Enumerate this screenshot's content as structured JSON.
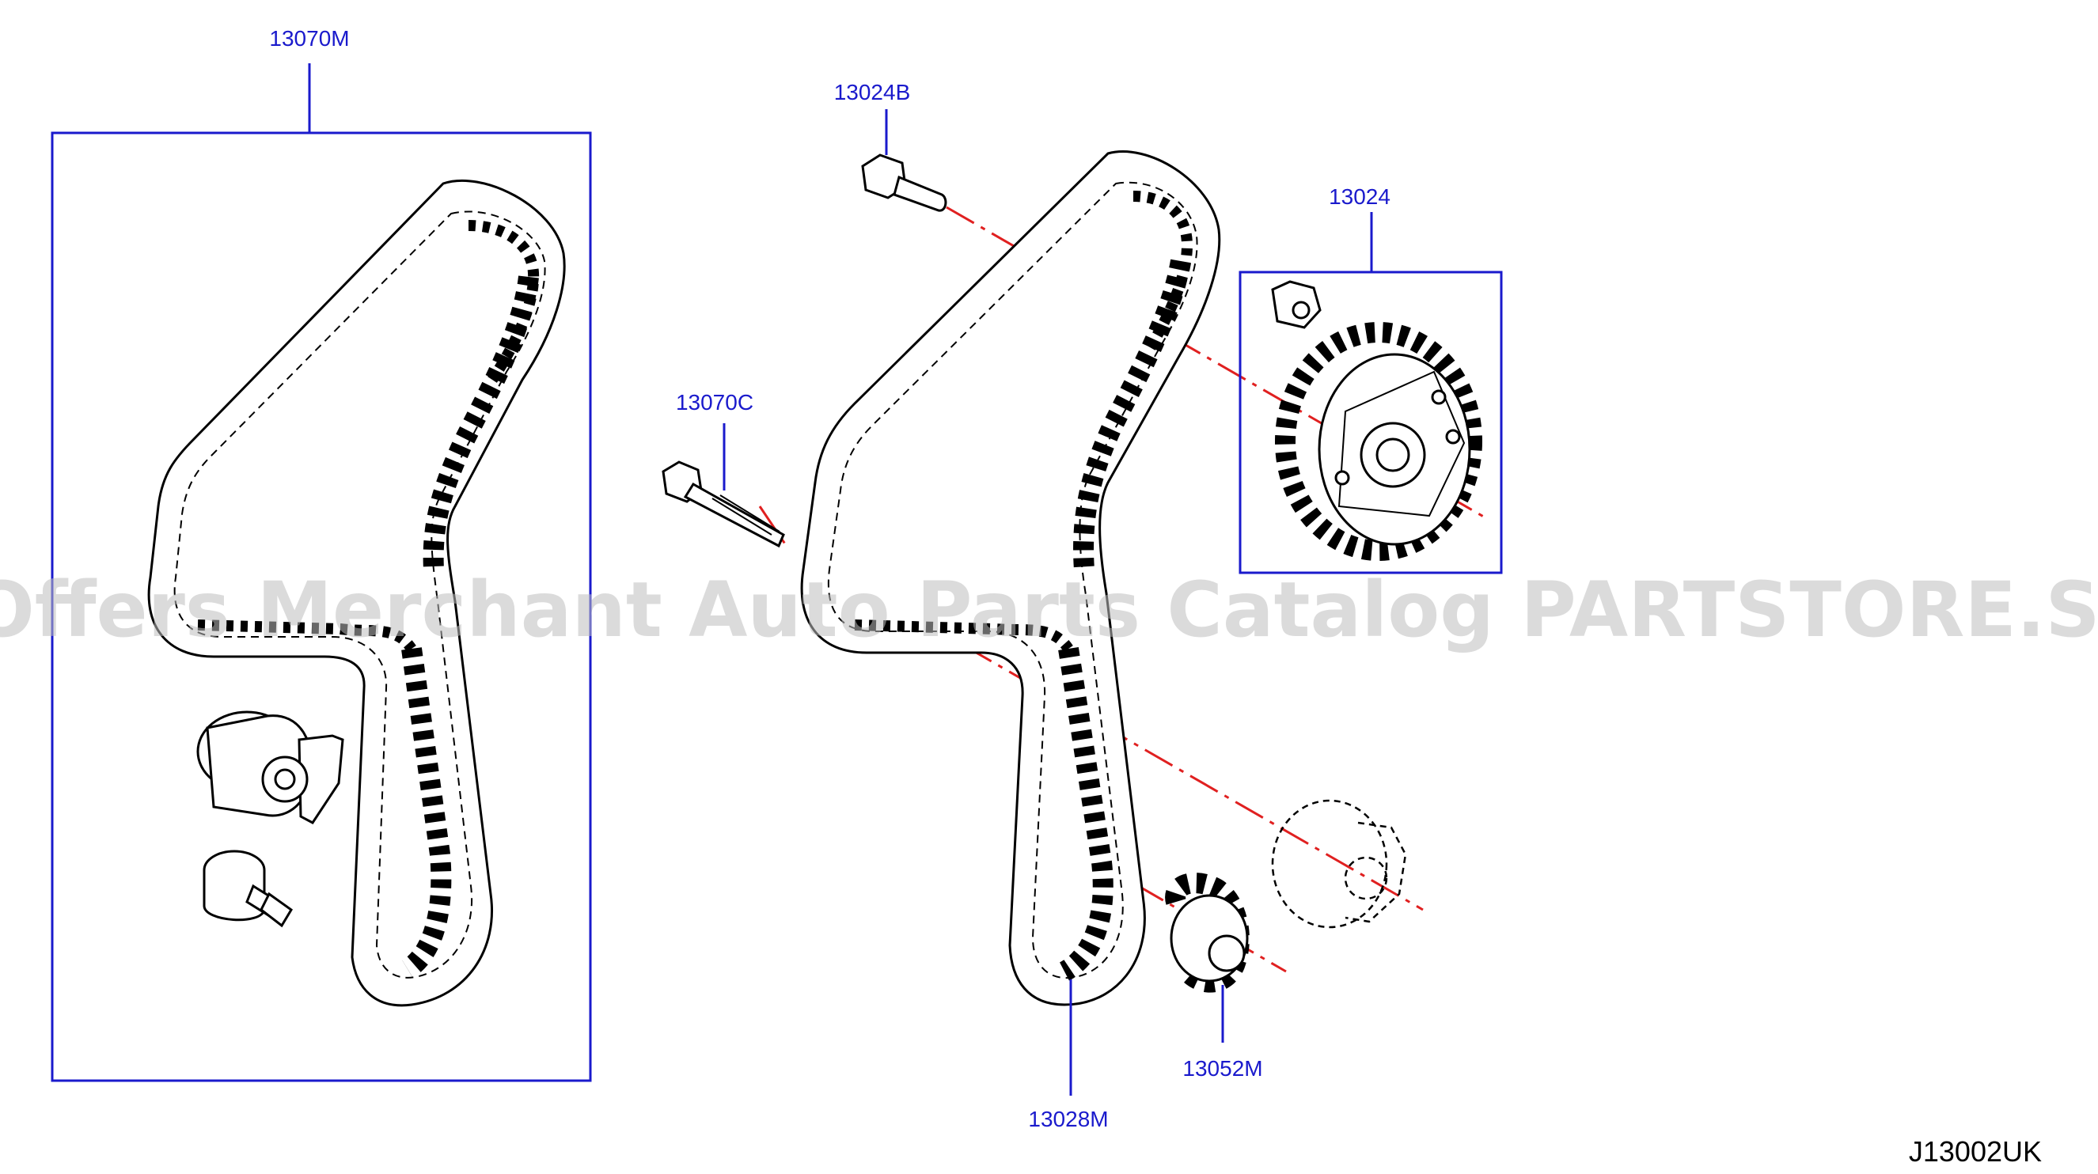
{
  "parts": [
    {
      "id": "p1",
      "label": "13070M"
    },
    {
      "id": "p2",
      "label": "13024B"
    },
    {
      "id": "p3",
      "label": "13024"
    },
    {
      "id": "p4",
      "label": "13070C"
    },
    {
      "id": "p5",
      "label": "13028M"
    },
    {
      "id": "p6",
      "label": "13052M"
    }
  ],
  "diagram_code": "J13002UK",
  "watermark": "Offers Merchant Auto Parts Catalog PARTSTORE.SA",
  "colors": {
    "label": "#1a1acc",
    "axis": "#e02020",
    "line": "#000000",
    "watermark": "#bdbdbd"
  }
}
